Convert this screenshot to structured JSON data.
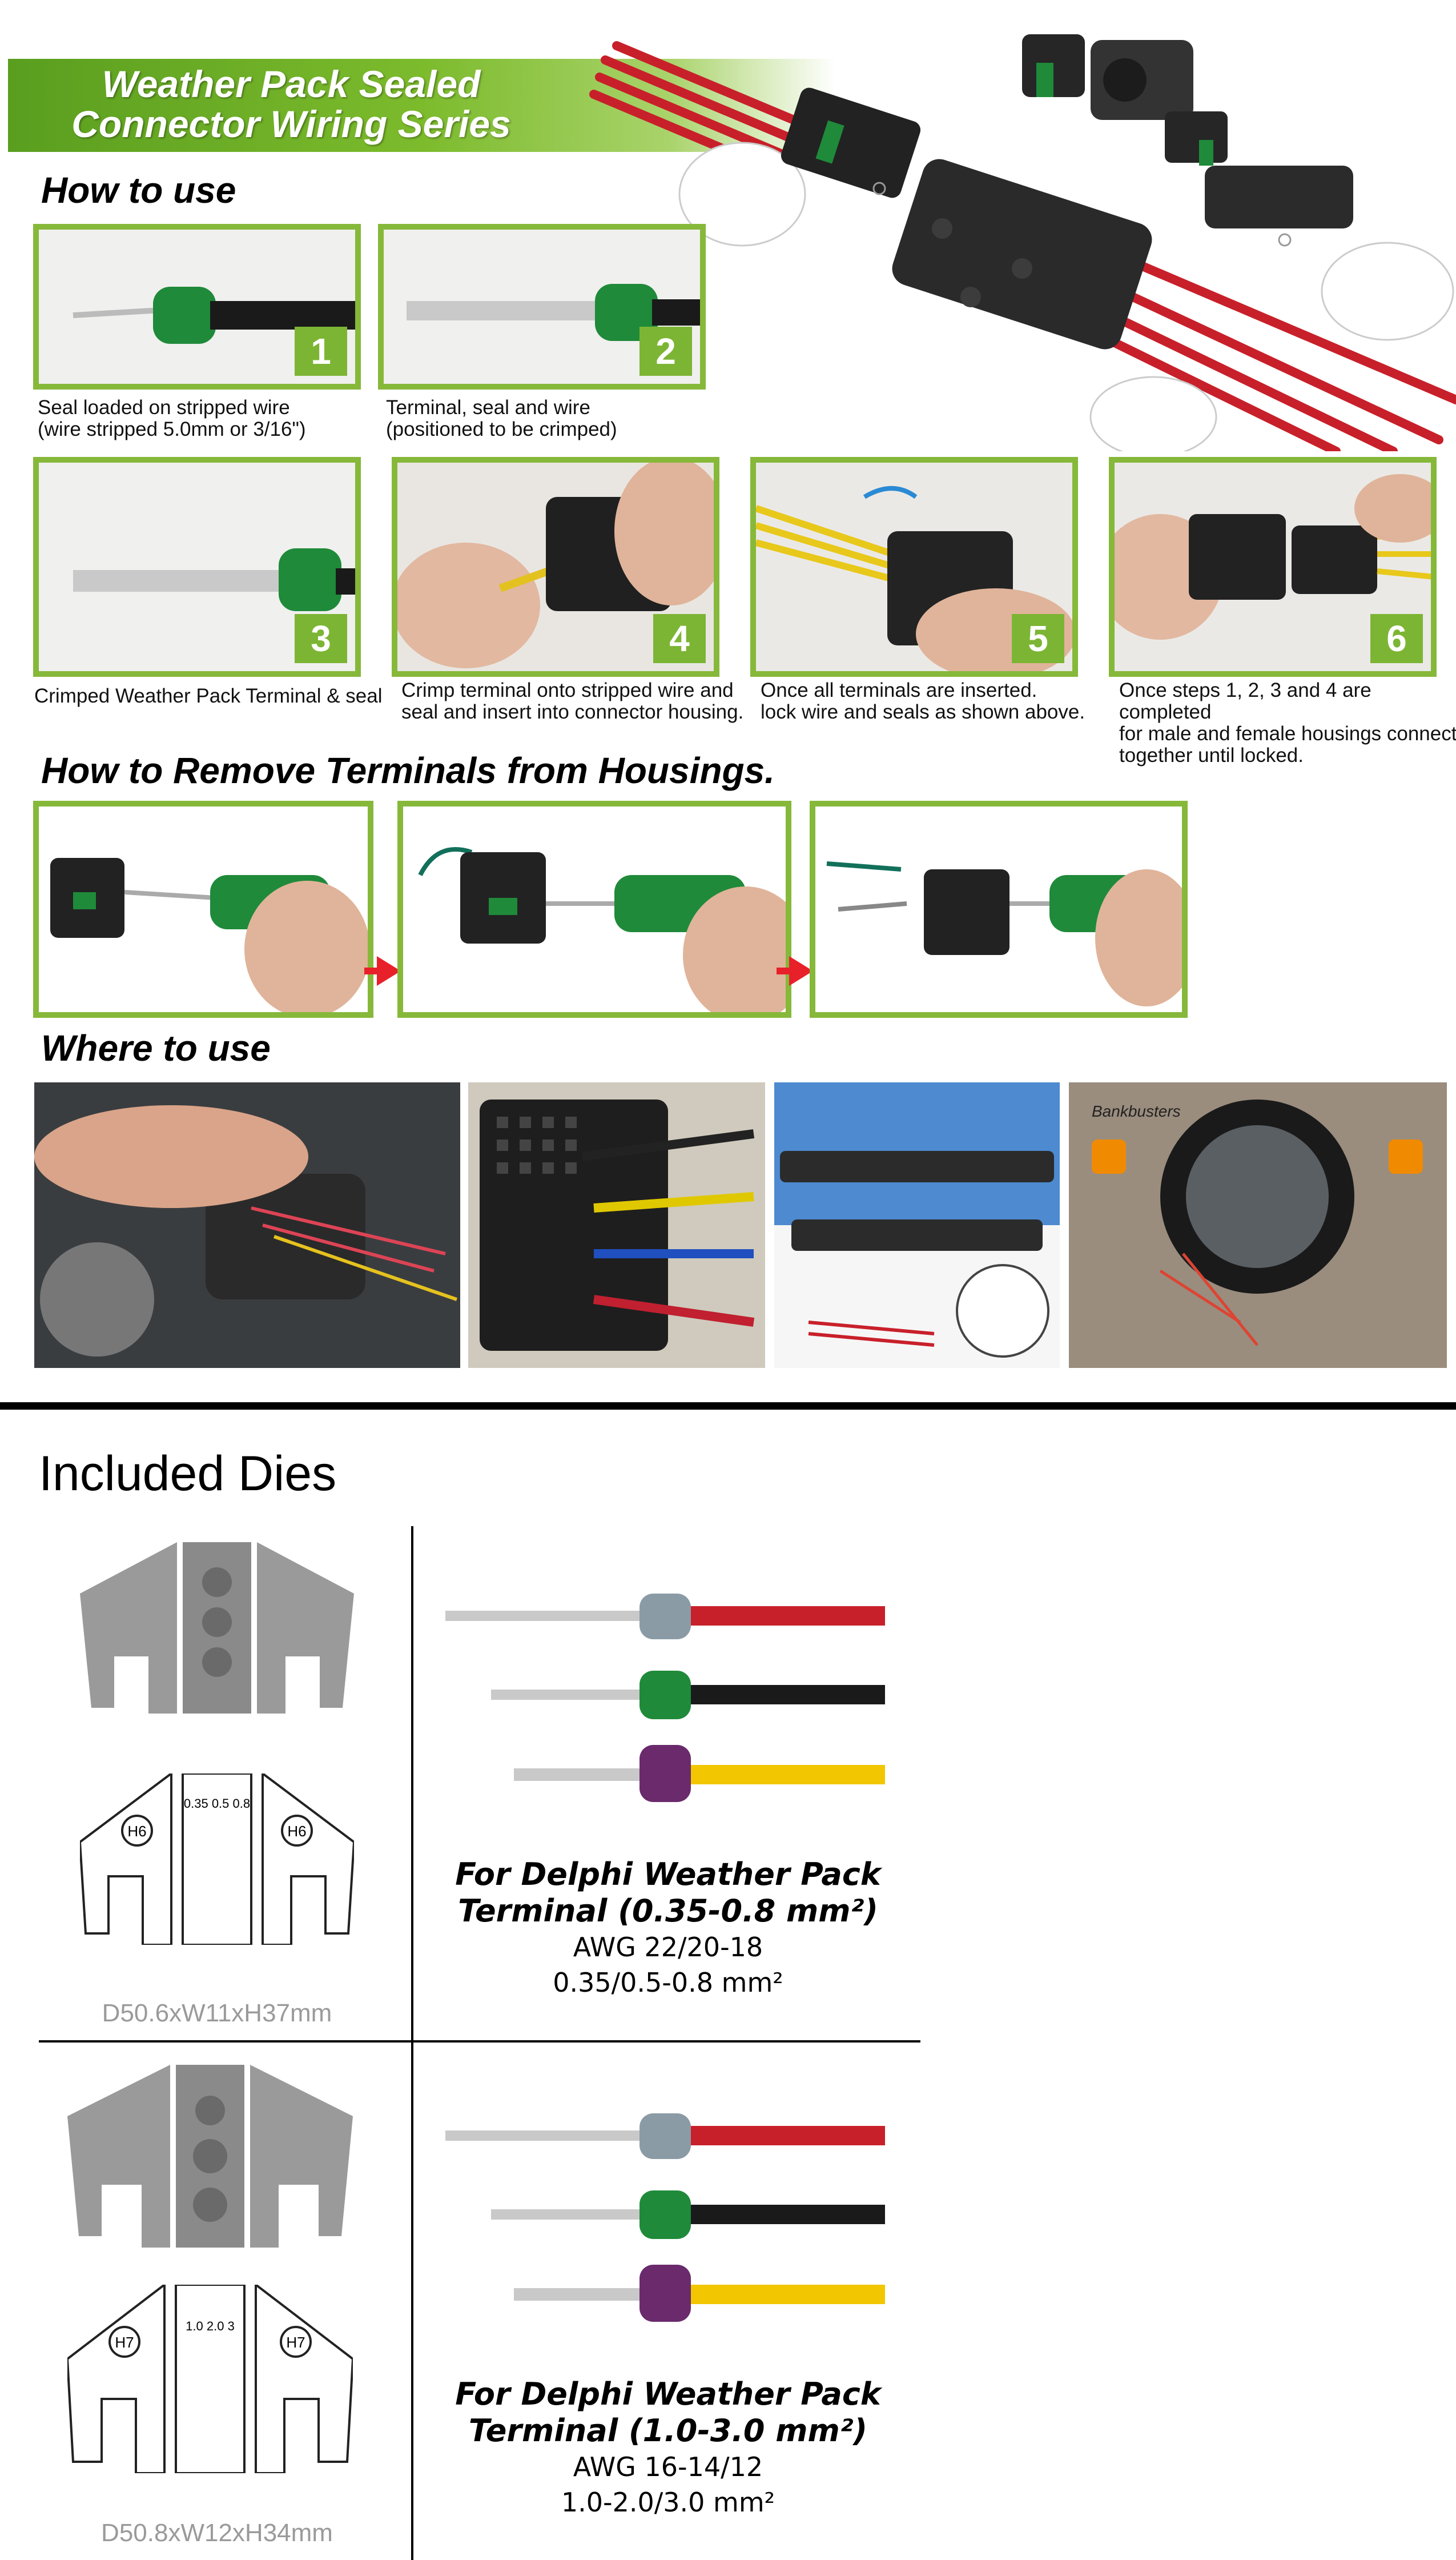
{
  "banner": {
    "line1": "Weather Pack Sealed",
    "line2": "Connector Wiring Series"
  },
  "sections": {
    "how_to_use": "How to use",
    "remove": "How to Remove Terminals from Housings.",
    "where": "Where to use",
    "dies": "Included Dies"
  },
  "steps": [
    {
      "num": "1",
      "caption": "Seal loaded on stripped wire\n(wire stripped 5.0mm or 3/16\")"
    },
    {
      "num": "2",
      "caption": "Terminal, seal and wire\n(positioned to be crimped)"
    },
    {
      "num": "3",
      "caption": "Crimped Weather Pack Terminal & seal"
    },
    {
      "num": "4",
      "caption": "Crimp terminal onto stripped wire and\nseal and insert into connector housing."
    },
    {
      "num": "5",
      "caption": "Once all terminals are inserted.\nlock wire and seals as shown above."
    },
    {
      "num": "6",
      "caption": "Once steps 1, 2, 3 and 4 are completed\nfor male and female housings connect\ntogether until locked."
    }
  ],
  "dies": [
    {
      "code": "H6",
      "die_marks": "0.35 0.5 0.8",
      "dimensions": "D50.6xW11xH37mm",
      "title_line1": "For Delphi Weather Pack",
      "title_line2": "Terminal (0.35-0.8 mm²)",
      "awg": "AWG 22/20-18",
      "sizes": "0.35/0.5-0.8 mm²"
    },
    {
      "code": "H7",
      "die_marks": "1.0 2.0 3",
      "dimensions": "D50.8xW12xH34mm",
      "title_line1": "For Delphi Weather Pack",
      "title_line2": "Terminal (1.0-3.0 mm²)",
      "awg": "AWG 16-14/12",
      "sizes": "1.0-2.0/3.0 mm²"
    }
  ],
  "photo_text": {
    "bankbusters": "Bankbusters"
  },
  "colors": {
    "accent_green": "#7cb534",
    "box_border": "#86b83a",
    "seal_green": "#1f8a3a",
    "seal_gray": "#8a9ba5",
    "seal_purple": "#6a2a6c",
    "wire_red": "#c8202a",
    "wire_black": "#1a1a1a",
    "wire_yellow": "#f2c600",
    "arrow_red": "#e8202a",
    "die_gray": "#9a9a9a"
  }
}
